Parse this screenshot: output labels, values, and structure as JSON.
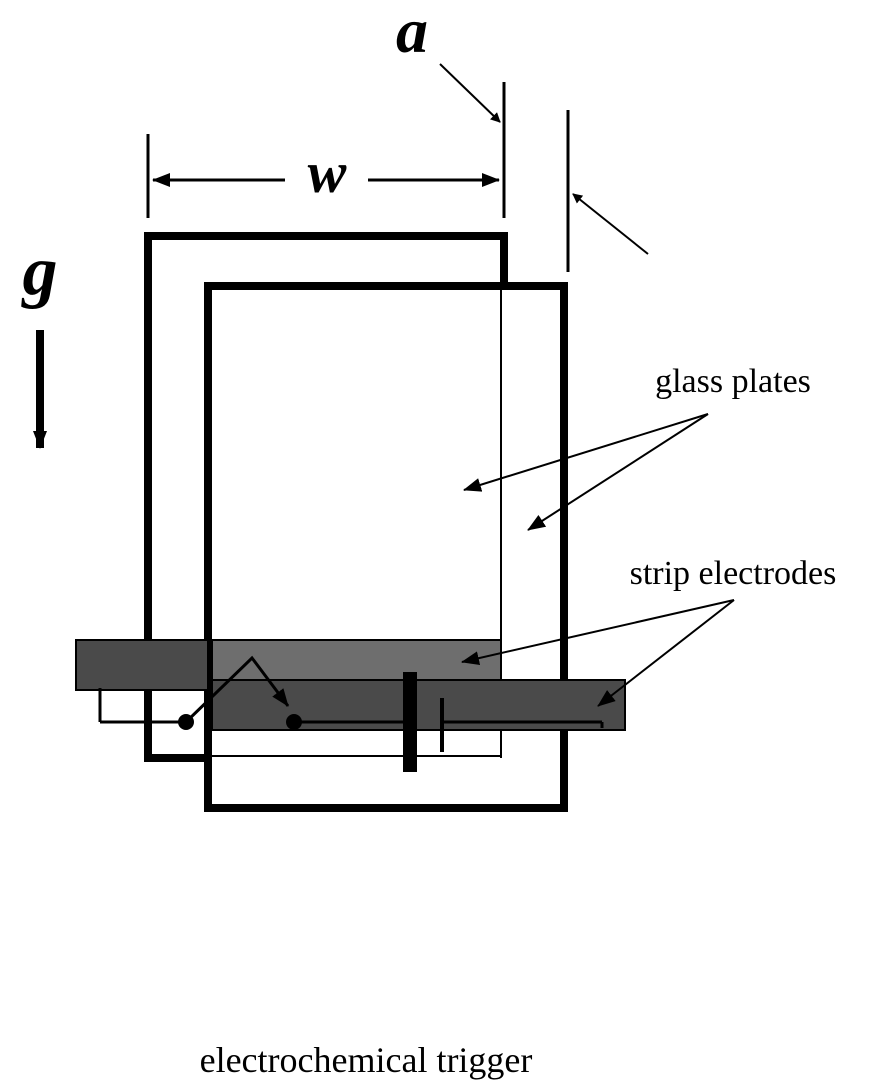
{
  "labels": {
    "gap": "a",
    "width": "w",
    "gravity": "g",
    "glass_plates": "glass plates",
    "strip_electrodes": "strip electrodes",
    "trigger": "electrochemical trigger"
  },
  "colors": {
    "line": "#000000",
    "electrode_dark": "#4a4a4a",
    "electrode_mid": "#6e6e6e",
    "background": "#ffffff"
  }
}
